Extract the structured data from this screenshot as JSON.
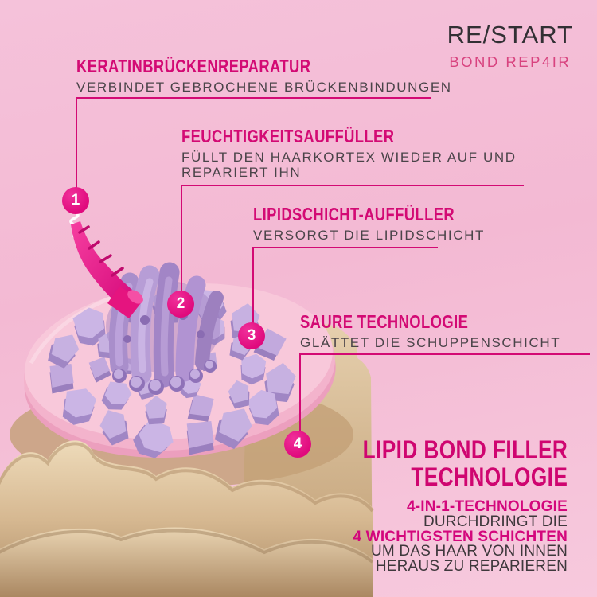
{
  "brand": {
    "logo": "RE/START",
    "product": "BOND REP4IR"
  },
  "callouts": [
    {
      "number": "1",
      "title": "KERATINBRÜCKENREPARATUR",
      "description": "VERBINDET GEBROCHENE BRÜCKENBINDUNGEN"
    },
    {
      "number": "2",
      "title": "FEUCHTIGKEITSAUFFÜLLER",
      "description": "FÜLLT DEN HAARKORTEX WIEDER AUF UND REPARIERT IHN"
    },
    {
      "number": "3",
      "title": "LIPIDSCHICHT-AUFFÜLLER",
      "description": "VERSORGT DIE LIPIDSCHICHT"
    },
    {
      "number": "4",
      "title": "SAURE TECHNOLOGIE",
      "description": "GLÄTTET DIE SCHUPPENSCHICHT"
    }
  ],
  "headline": {
    "line1": "LIPID BOND FILLER",
    "line2": "TECHNOLOGIE"
  },
  "summary": {
    "lines": [
      {
        "text": "4-IN-1-TECHNOLOGIE",
        "emphasis": true
      },
      {
        "text": "DURCHDRINGT DIE",
        "emphasis": false
      },
      {
        "text": "4 WICHTIGSTEN SCHICHTEN",
        "emphasis": true
      },
      {
        "text": "UM DAS HAAR VON INNEN",
        "emphasis": false
      },
      {
        "text": "HERAUS ZU REPARIEREN",
        "emphasis": false
      }
    ]
  },
  "illustration": {
    "subject": "hair-strand-cross-section",
    "layers": [
      "cuticle",
      "lipid-layer",
      "cortex-cells",
      "keratin-coils",
      "bond-filler-strand"
    ]
  },
  "colors": {
    "background": "#f4bed8",
    "accent_pink": "#d30a74",
    "marker_pink": "#e00a7d",
    "headline_pink": "#cf0570",
    "dark_text": "#3e383c",
    "logo_text": "#323034",
    "cuticle_beige": "#ddc09c",
    "cortex_purple": "#c0a8dd",
    "lipid_pink": "#f5bfd2"
  }
}
